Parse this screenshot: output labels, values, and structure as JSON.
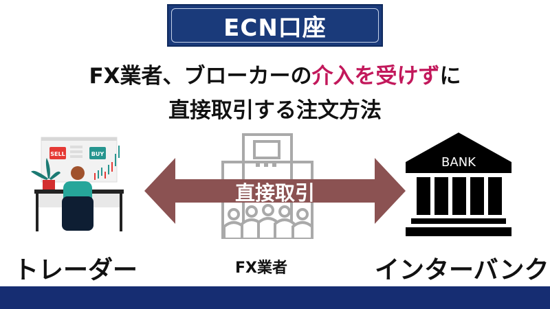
{
  "title": {
    "text": "ECN口座",
    "bg_color": "#1a3a7a"
  },
  "headline": {
    "line1_pre": "FX業者、ブローカーの",
    "line1_highlight": "介入を受けず",
    "line1_post": "に",
    "line2": "直接取引する注文方法",
    "highlight_color": "#c2185b"
  },
  "diagram": {
    "arrow_label": "直接取引",
    "arrow_color": "#8b5252",
    "trader_screen": {
      "sell_label": "SELL",
      "buy_label": "BUY"
    },
    "bank_label": "BANK"
  },
  "labels": {
    "left": "トレーダー",
    "center": "FX業者",
    "right": "インターバンク"
  },
  "footer": {
    "color": "#162d72"
  }
}
